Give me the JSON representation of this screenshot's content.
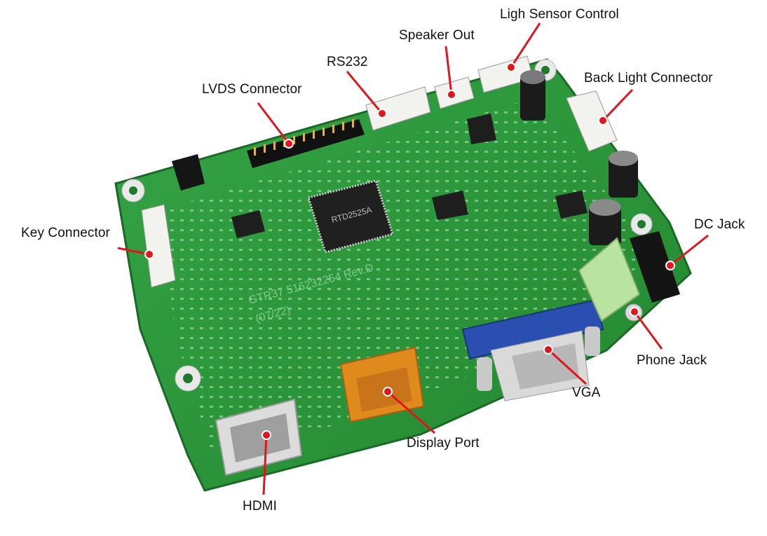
{
  "labels": {
    "lvds": "LVDS Connector",
    "rs232": "RS232",
    "speaker": "Speaker Out",
    "light_sensor": "Ligh Sensor Control",
    "backlight": "Back Light Connector",
    "key": "Key Connector",
    "dc_jack": "DC Jack",
    "phone_jack": "Phone Jack",
    "vga": "VGA",
    "display_port": "Display Port",
    "hdmi": "HDMI"
  },
  "board_print": {
    "chip": "RTD2525A",
    "model": "GTR37  516232254  Rev.D",
    "date": "(07/22)"
  },
  "colors": {
    "pcb": "#2f9a3e",
    "pcb_dark": "#1f7a2c",
    "pointer": "#e0151d",
    "vga_blue": "#2a4fb0",
    "dp_orange": "#e08a1e",
    "audio_green": "#b9e3a0"
  }
}
